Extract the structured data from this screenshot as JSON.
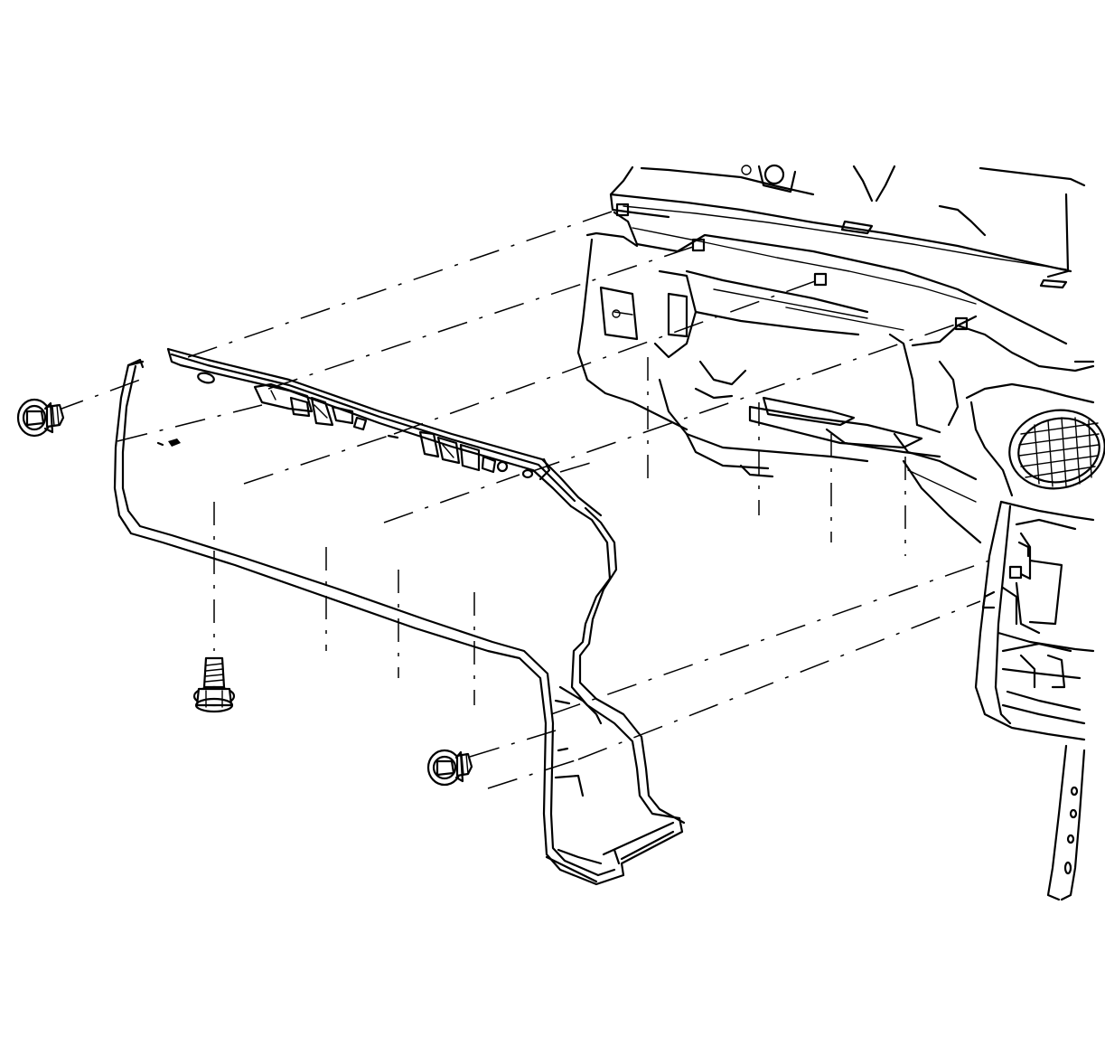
{
  "diagram": {
    "kind": "exploded-view line illustration",
    "colors": {
      "line": "#000000",
      "background": "#ffffff"
    },
    "parts": [
      {
        "id": "instrument-panel-carrier",
        "icon": "dashboard-frame"
      },
      {
        "id": "lower-trim-panel",
        "icon": "trim-panel"
      },
      {
        "id": "bolt-upper-left",
        "icon": "flange-bolt-icon"
      },
      {
        "id": "bolt-bottom",
        "icon": "flange-bolt-icon"
      },
      {
        "id": "bolt-right",
        "icon": "flange-bolt-icon"
      }
    ]
  }
}
